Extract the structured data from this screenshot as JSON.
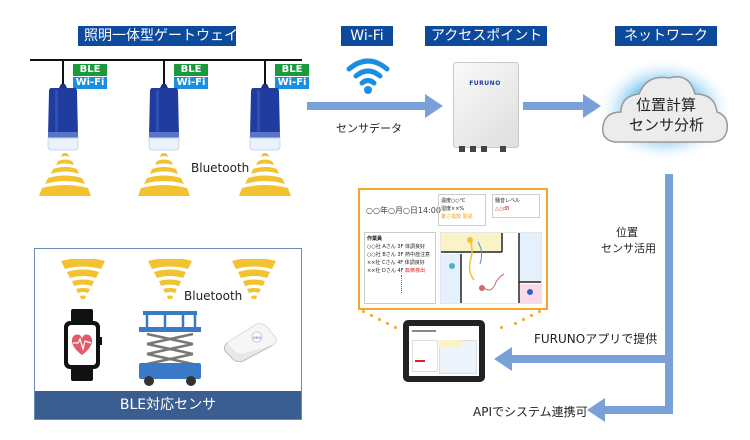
{
  "labels": {
    "gateway": "照明一体型ゲートウェイ",
    "wifi": "Wi-Fi",
    "access_point": "アクセスポイント",
    "network": "ネットワーク",
    "ble_sensors": "BLE対応センサ"
  },
  "tags": {
    "ble": "BLE",
    "wifi": "Wi-Fi"
  },
  "texts": {
    "bluetooth_top": "Bluetooth",
    "bluetooth_bottom": "Bluetooth",
    "sensor_data": "センサデータ",
    "cloud_line1": "位置計算",
    "cloud_line2": "センサ分析",
    "usage_line1": "位置",
    "usage_line2": "センサ活用",
    "furuno_app": "FURUNOアプリで提供",
    "api": "APIでシステム連携可"
  },
  "access_point_brand": "FURUNO",
  "screen": {
    "datetime": "○○年○月○日14:00",
    "env_line1": "温度○○℃",
    "env_line2": "湿度××%",
    "env_line3": "暑さ指数 警戒",
    "noise_label": "騒音レベル",
    "noise_value": "△△dB",
    "workers_title": "作業員",
    "workers": [
      {
        "company": "○○社",
        "name": "Aさん",
        "floor": "3F",
        "status": "体調良好",
        "alert": false
      },
      {
        "company": "○○社",
        "name": "Bさん",
        "floor": "3F",
        "status": "熱中症注意",
        "alert": false
      },
      {
        "company": "××社",
        "name": "Cさん",
        "floor": "4F",
        "status": "体調良好",
        "alert": false
      },
      {
        "company": "××社",
        "name": "Dさん",
        "floor": "4F",
        "status": "転倒検出",
        "alert": true
      }
    ]
  },
  "sensor_device_label": "XXX",
  "colors": {
    "label_bg": "#0d4a9c",
    "ble_tag": "#1a9a3c",
    "wifi_tag": "#1a8fe0",
    "arrow": "#7aa0d8",
    "beam": "#f2c230",
    "screen_border": "#f5a623",
    "sensor_footer": "#3b5e90",
    "alert": "#e02020"
  }
}
